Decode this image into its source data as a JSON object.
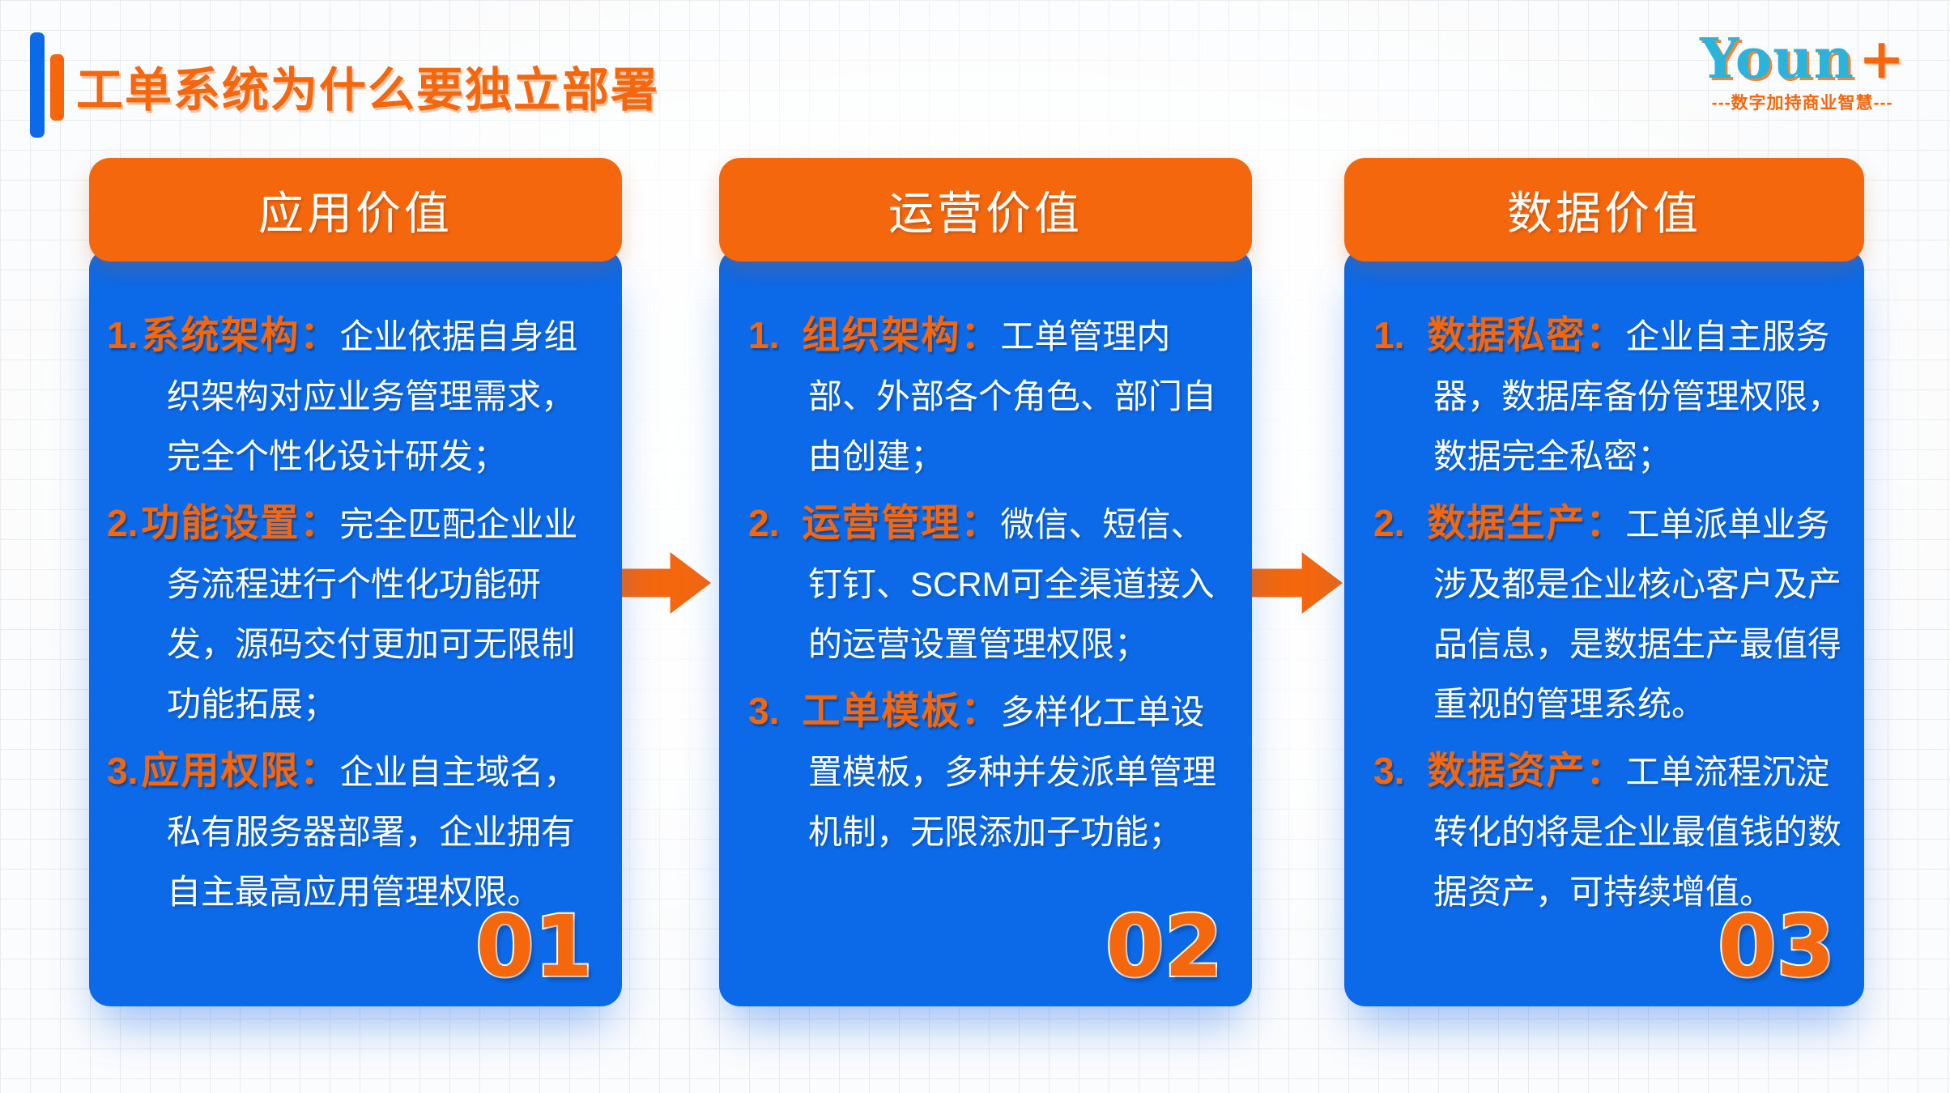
{
  "title": "工单系统为什么要独立部署",
  "logo": {
    "name": "Youn",
    "plus": "+",
    "tagline": "---数字加持商业智慧---"
  },
  "cards": [
    {
      "header": "应用价值",
      "number": "01",
      "items": [
        {
          "num": "1.",
          "head": "系统架构：",
          "body": "企业依据自身组织架构对应业务管理需求，完全个性化设计研发；"
        },
        {
          "num": "2.",
          "head": "功能设置：",
          "body": "完全匹配企业业务流程进行个性化功能研发，源码交付更加可无限制功能拓展；"
        },
        {
          "num": "3.",
          "head": "应用权限：",
          "body": "企业自主域名，私有服务器部署，企业拥有自主最高应用管理权限。"
        }
      ]
    },
    {
      "header": "运营价值",
      "number": "02",
      "items": [
        {
          "num": "1.",
          "head": "组织架构：",
          "body": "工单管理内部、外部各个角色、部门自由创建；"
        },
        {
          "num": "2.",
          "head": "运营管理：",
          "body": "微信、短信、钉钉、SCRM可全渠道接入的运营设置管理权限；"
        },
        {
          "num": "3.",
          "head": "工单模板：",
          "body": "多样化工单设置模板，多种并发派单管理机制，无限添加子功能；"
        }
      ]
    },
    {
      "header": "数据价值",
      "number": "03",
      "items": [
        {
          "num": "1.",
          "head": "数据私密：",
          "body": "企业自主服务器，数据库备份管理权限，数据完全私密；"
        },
        {
          "num": "2.",
          "head": "数据生产：",
          "body": "工单派单业务涉及都是企业核心客户及产品信息，是数据生产最值得重视的管理系统。"
        },
        {
          "num": "3.",
          "head": "数据资产：",
          "body": "工单流程沉淀转化的将是企业最值钱的数据资产，可持续增值。"
        }
      ]
    }
  ],
  "colors": {
    "accent_orange": "#f5670d",
    "card_blue": "#0c6ae8",
    "logo_cyan": "#2ab4dc",
    "text_white": "#ffffff"
  }
}
